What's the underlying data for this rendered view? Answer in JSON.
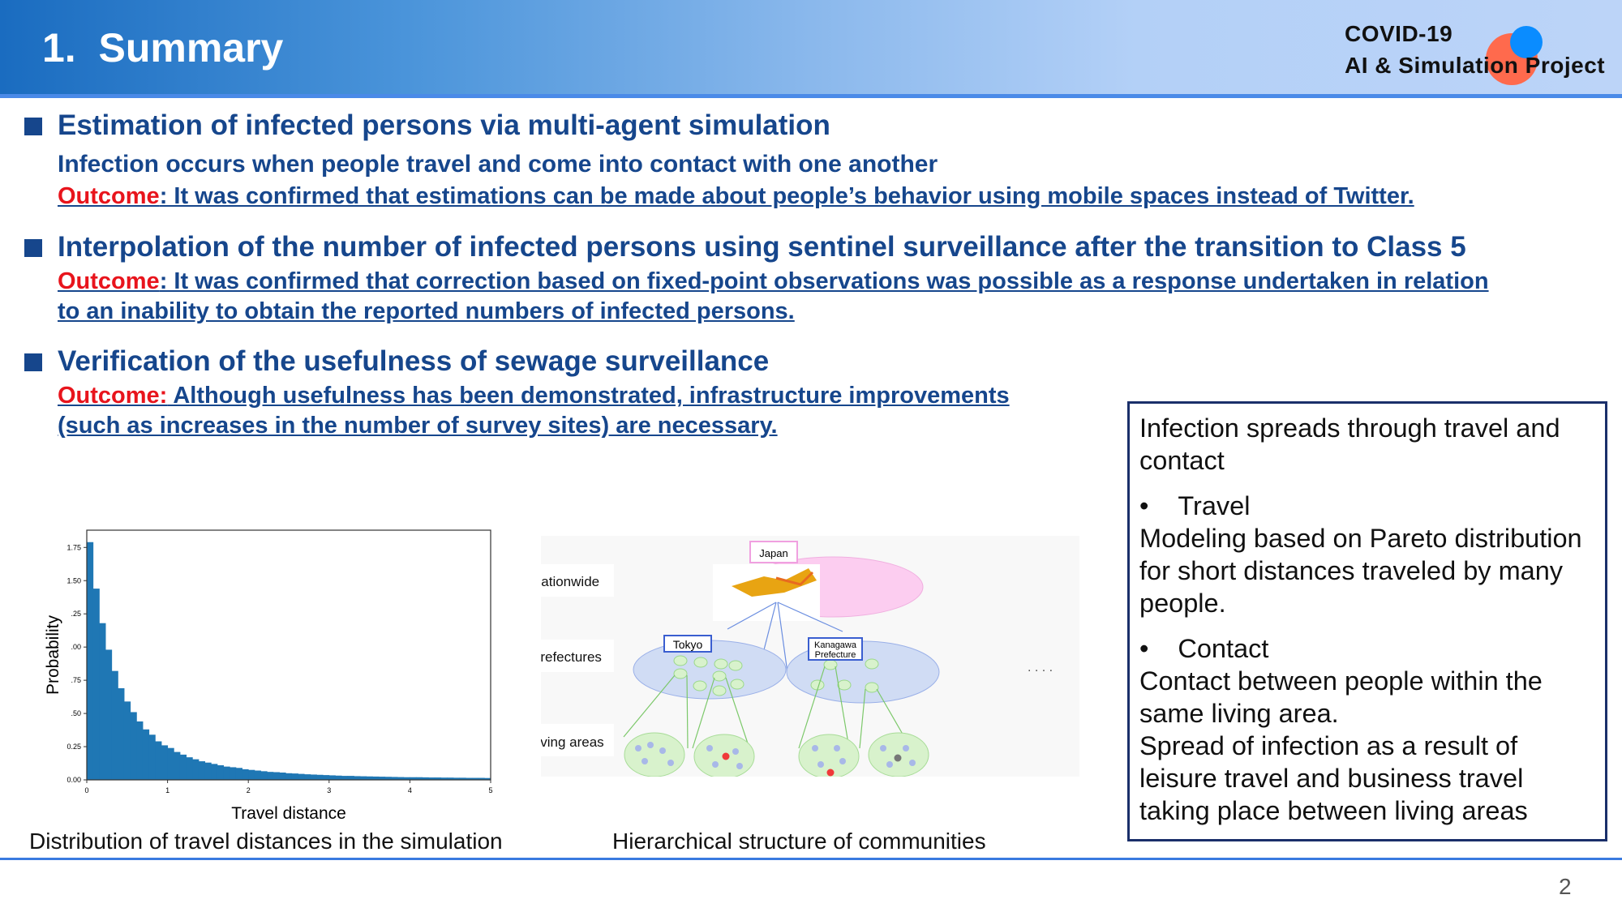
{
  "header": {
    "title": "1.  Summary",
    "logo_line1": "COVID-19",
    "logo_line2": "AI & Simulation Project"
  },
  "sections": [
    {
      "heading": "Estimation of infected persons via multi-agent simulation",
      "sub": "Infection occurs when people travel and come into contact with one another",
      "outcome_label": "Outcome",
      "outcome_lines": [
        ": It was confirmed that estimations can be made about people’s behavior using mobile spaces instead of Twitter."
      ]
    },
    {
      "heading": "Interpolation of the number of infected persons using sentinel surveillance after the transition to Class 5",
      "outcome_label": "Outcome",
      "outcome_lines": [
        ": It was confirmed that correction based on fixed-point observations was possible as a response undertaken in relation",
        "to an inability to obtain the reported numbers of infected persons."
      ]
    },
    {
      "heading": "Verification of the usefulness of sewage surveillance",
      "outcome_label": "Outcome:",
      "outcome_lines": [
        " Although usefulness has been demonstrated, infrastructure improvements",
        "(such as increases in the number of survey sites) are necessary."
      ]
    }
  ],
  "infobox": {
    "intro": "Infection spreads through travel and contact",
    "travel_title": "Travel",
    "travel_text": "Modeling based on Pareto distribution for short distances traveled by many people.",
    "contact_title": "Contact",
    "contact_text1": "Contact between people within the same living area.",
    "contact_text2": "Spread of infection as a result of leisure travel and business travel taking place between living areas",
    "bullet": "•"
  },
  "chart_data": {
    "type": "bar",
    "title": "",
    "xlabel": "Travel distance",
    "ylabel": "Probability",
    "xlim": [
      0,
      5
    ],
    "ylim": [
      0,
      1.88
    ],
    "bin_width": 0.0769,
    "x_ticks": [
      "0",
      "1",
      "2",
      "3",
      "4",
      "5"
    ],
    "y_ticks": [
      {
        "value": 0,
        "label": "0.00"
      },
      {
        "value": 0.25,
        "label": "0.25"
      },
      {
        "value": 0.5,
        "label": ".50"
      },
      {
        "value": 0.75,
        "label": ".75"
      },
      {
        "value": 1.0,
        "label": ".00"
      },
      {
        "value": 1.25,
        "label": ".25"
      },
      {
        "value": 1.5,
        "label": "1.50"
      },
      {
        "value": 1.75,
        "label": "1.75"
      }
    ],
    "values": [
      1.79,
      1.44,
      1.18,
      0.98,
      0.82,
      0.69,
      0.59,
      0.51,
      0.44,
      0.38,
      0.34,
      0.29,
      0.26,
      0.24,
      0.21,
      0.19,
      0.17,
      0.155,
      0.14,
      0.13,
      0.12,
      0.11,
      0.1,
      0.095,
      0.09,
      0.08,
      0.075,
      0.07,
      0.065,
      0.06,
      0.058,
      0.055,
      0.05,
      0.048,
      0.045,
      0.042,
      0.04,
      0.038,
      0.036,
      0.034,
      0.032,
      0.03,
      0.03,
      0.028,
      0.027,
      0.026,
      0.025,
      0.024,
      0.023,
      0.022,
      0.021,
      0.02,
      0.02,
      0.02,
      0.019,
      0.018,
      0.018,
      0.017,
      0.017,
      0.016,
      0.016,
      0.015,
      0.015,
      0.015,
      0.014
    ],
    "color": "#1f77b4"
  },
  "captions": {
    "chart": "Distribution of travel distances in the simulation",
    "diagram": "Hierarchical structure of communities"
  },
  "diagram": {
    "levels": [
      "Nationwide",
      "Prefectures",
      "Living areas"
    ],
    "japan": "Japan",
    "tokyo": "Tokyo",
    "kanagawa1": "Kanagawa",
    "kanagawa2": "Prefecture",
    "ellipsis": ". . . ."
  },
  "page_number": "2"
}
